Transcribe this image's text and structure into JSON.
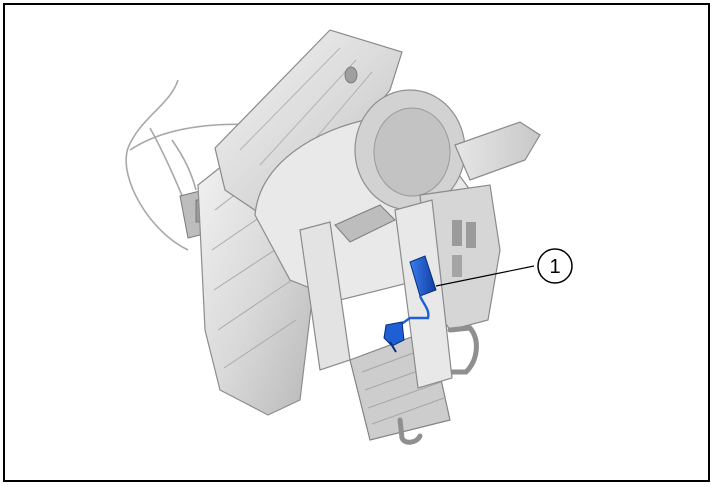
{
  "figure": {
    "subject": "hvac-module-assembly",
    "highlight_color": "#1e5fd6",
    "callouts": [
      {
        "label": "1",
        "target": "blue-sensor-part"
      }
    ]
  }
}
